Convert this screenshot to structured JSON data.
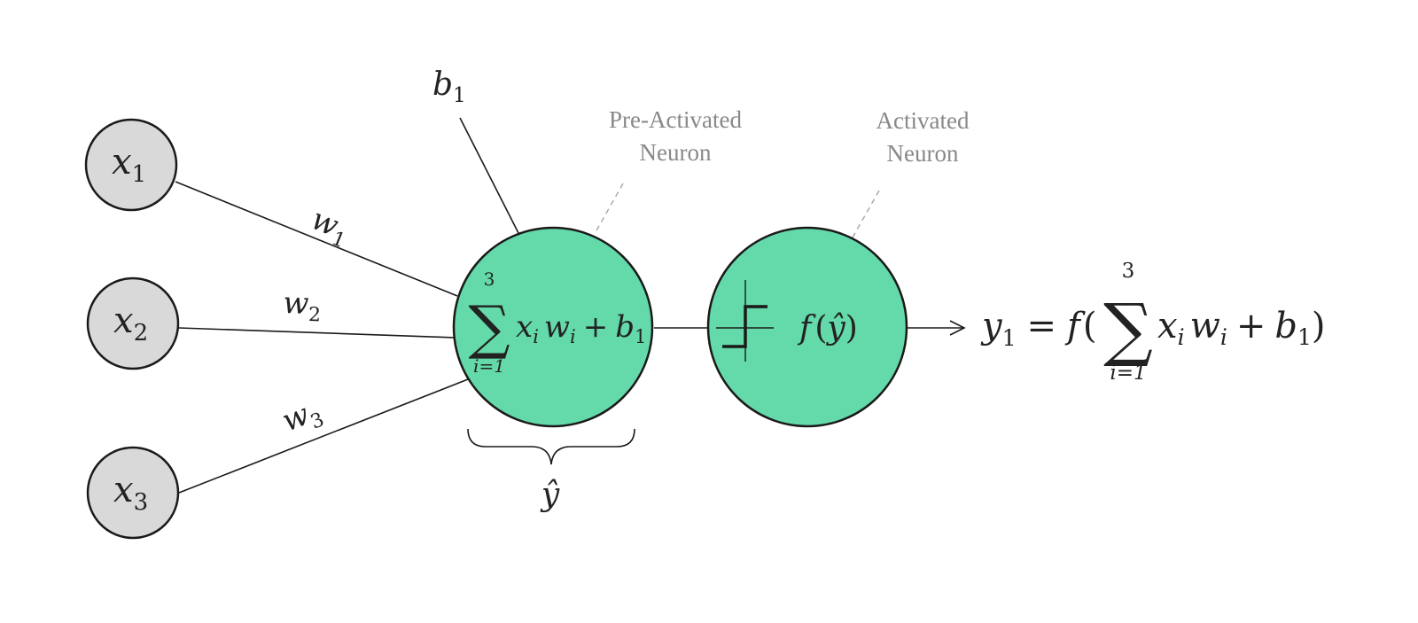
{
  "colors": {
    "input_node_fill": "#d9d9d9",
    "neuron_fill": "#64d9aa",
    "stroke": "#1a1a1a",
    "annotation_text": "#888888"
  },
  "inputs": [
    {
      "var": "x",
      "sub": "1"
    },
    {
      "var": "x",
      "sub": "2"
    },
    {
      "var": "x",
      "sub": "3"
    }
  ],
  "weights": [
    {
      "var": "w",
      "sub": "1"
    },
    {
      "var": "w",
      "sub": "2"
    },
    {
      "var": "w",
      "sub": "3"
    }
  ],
  "bias": {
    "var": "b",
    "sub": "1"
  },
  "pre_activated": {
    "label_line1": "Pre-Activated",
    "label_line2": "Neuron",
    "sum_symbol": "∑",
    "sum_upper": "3",
    "sum_lower": "i=1",
    "x": "x",
    "x_sub": "i",
    "w": "w",
    "w_sub": "i",
    "plus": "+",
    "b": "b",
    "b_sub": "1"
  },
  "activated": {
    "label_line1": "Activated",
    "label_line2": "Neuron",
    "func": "f",
    "open_paren": "(",
    "arg": "ŷ",
    "close_paren": ")",
    "step_icon": "step-function-icon"
  },
  "brace_label": "ŷ",
  "output_equation": {
    "y": "y",
    "y_sub": "1",
    "equals": "=",
    "f": "f",
    "open_paren": "(",
    "sum_symbol": "∑",
    "sum_upper": "3",
    "sum_lower": "i=1",
    "x": "x",
    "x_sub": "i",
    "w": "w",
    "w_sub": "i",
    "plus": "+",
    "b": "b",
    "b_sub": "1",
    "close_paren": ")"
  }
}
